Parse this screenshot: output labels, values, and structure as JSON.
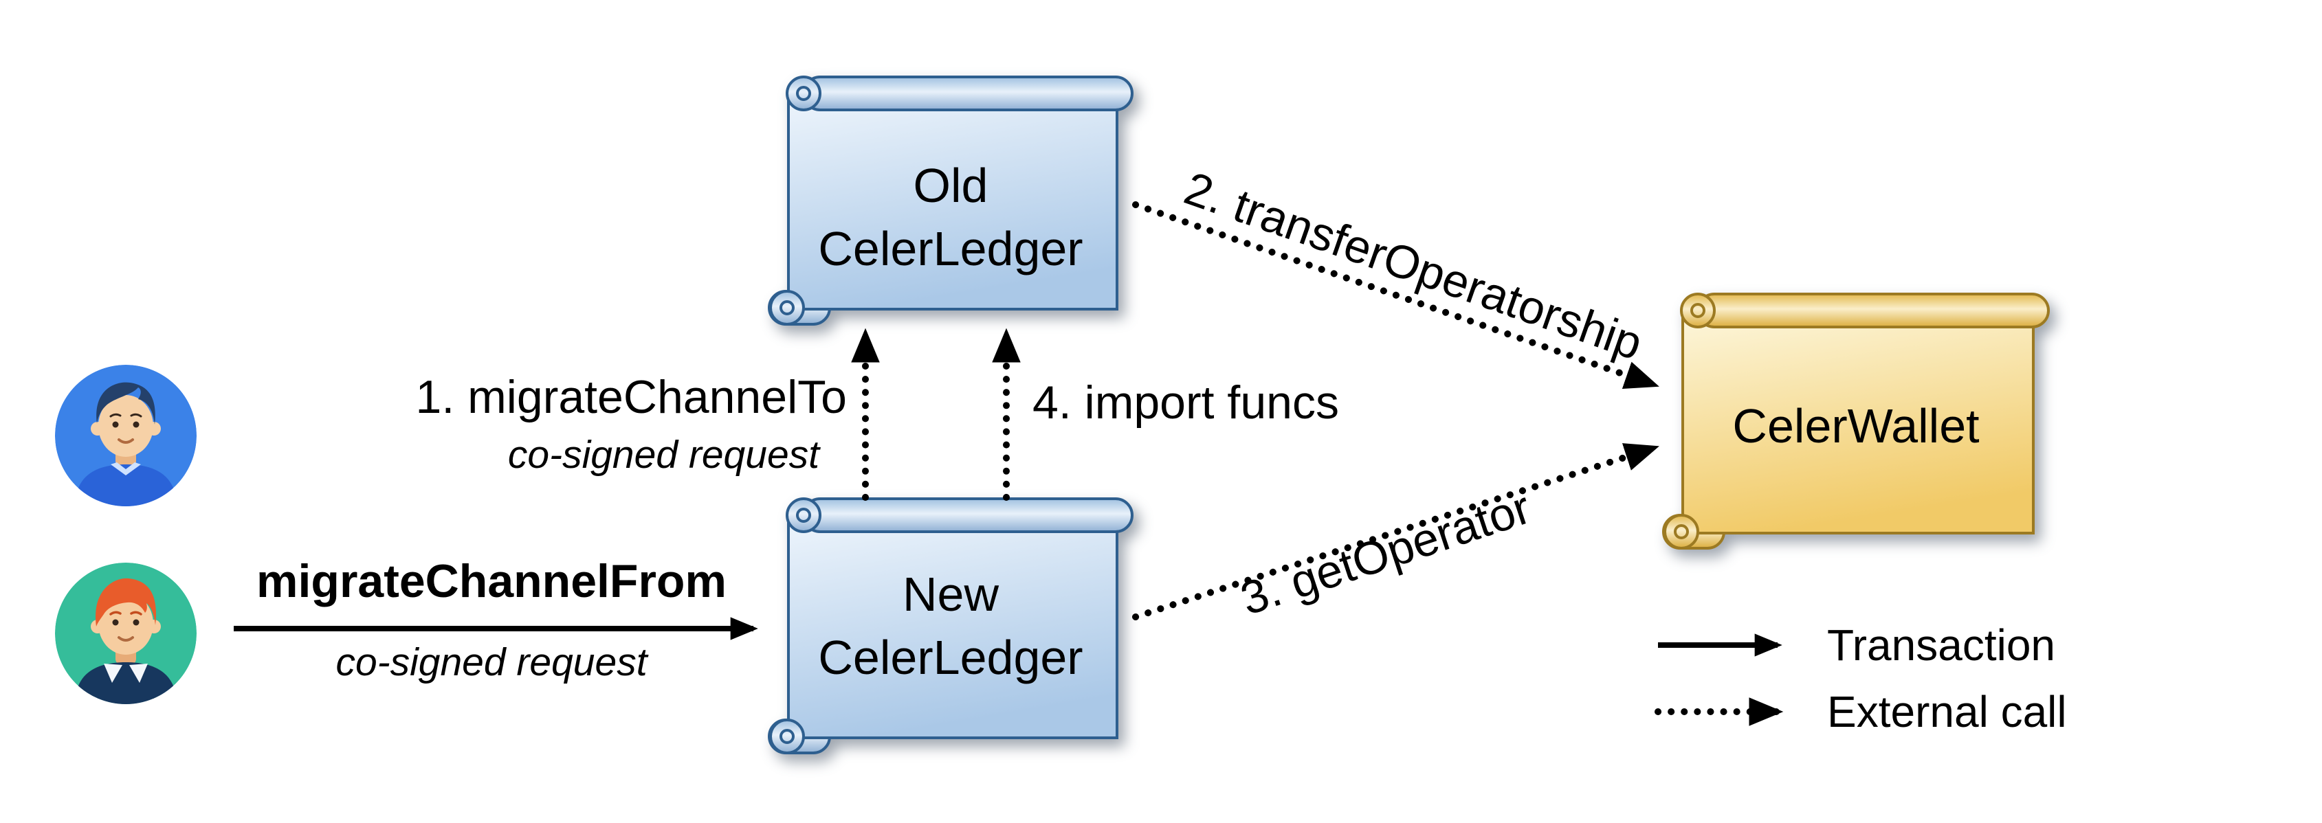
{
  "diagram": {
    "nodes": {
      "old_ledger": {
        "line1": "Old",
        "line2": "CelerLedger"
      },
      "new_ledger": {
        "line1": "New",
        "line2": "CelerLedger"
      },
      "celer_wallet": {
        "label": "CelerWallet"
      }
    },
    "edges": {
      "migrate_channel_from": {
        "label": "migrateChannelFrom",
        "sublabel": "co-signed request"
      },
      "migrate_channel_to": {
        "label": "1. migrateChannelTo",
        "sublabel": "co-signed request"
      },
      "transfer_operatorship": {
        "label": "2. transferOperatorship"
      },
      "get_operator": {
        "label": "3. getOperator"
      },
      "import_funcs": {
        "label": "4. import funcs"
      }
    },
    "legend": {
      "transaction_label": "Transaction",
      "external_call_label": "External call"
    },
    "icons": {
      "avatar_top": "user-avatar-blue",
      "avatar_bottom": "user-avatar-green",
      "node_shape": "paper-scroll"
    },
    "colors": {
      "ledger_fill_light": "#eef5fc",
      "ledger_fill_dark": "#aac8e7",
      "ledger_stroke": "#2e5f8f",
      "wallet_fill_light": "#fdf7dd",
      "wallet_fill_dark": "#f1ca67",
      "wallet_stroke": "#9c7a22",
      "arrow_color": "#000000",
      "avatar_top_bg": "#3b82e8",
      "avatar_bottom_bg": "#35bd9a"
    }
  }
}
